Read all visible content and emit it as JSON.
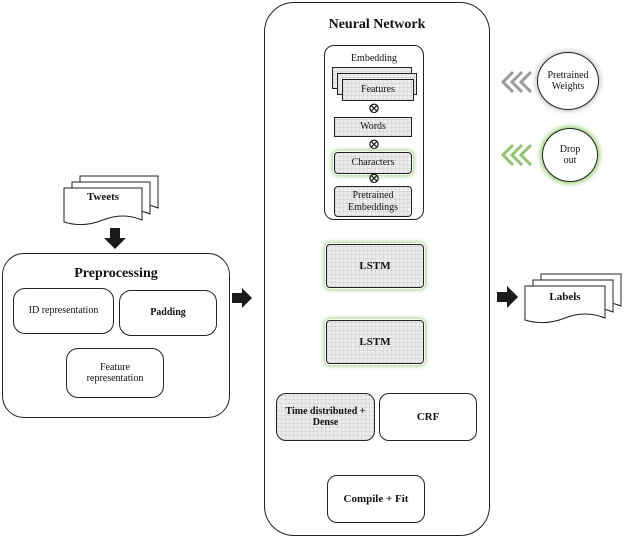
{
  "preprocessing": {
    "title": "Preprocessing",
    "id_representation": "ID representation",
    "padding": "Padding",
    "feature_representation": "Feature representation"
  },
  "tweets_label": "Tweets",
  "labels_label": "Labels",
  "neural_network": {
    "title": "Neural Network",
    "embedding": {
      "title": "Embedding",
      "features": "Features",
      "words": "Words",
      "characters": "Characters",
      "pretrained_embeddings": "Pretrained Embeddings"
    },
    "lstm_1": "LSTM",
    "lstm_2": "LSTM",
    "time_distributed": "Time distributed + Dense",
    "crf": "CRF",
    "compile_fit": "Compile + Fit"
  },
  "pretrained_weights": "Pretrained Weights",
  "drop_out": "Drop out",
  "combine_symbol": "⊗",
  "colors": {
    "border": "#222222",
    "arrow": "#1a1a1a",
    "gray_arrow": "#555555",
    "glow": "#9bd17a",
    "chevron": "#9a9a9a"
  }
}
